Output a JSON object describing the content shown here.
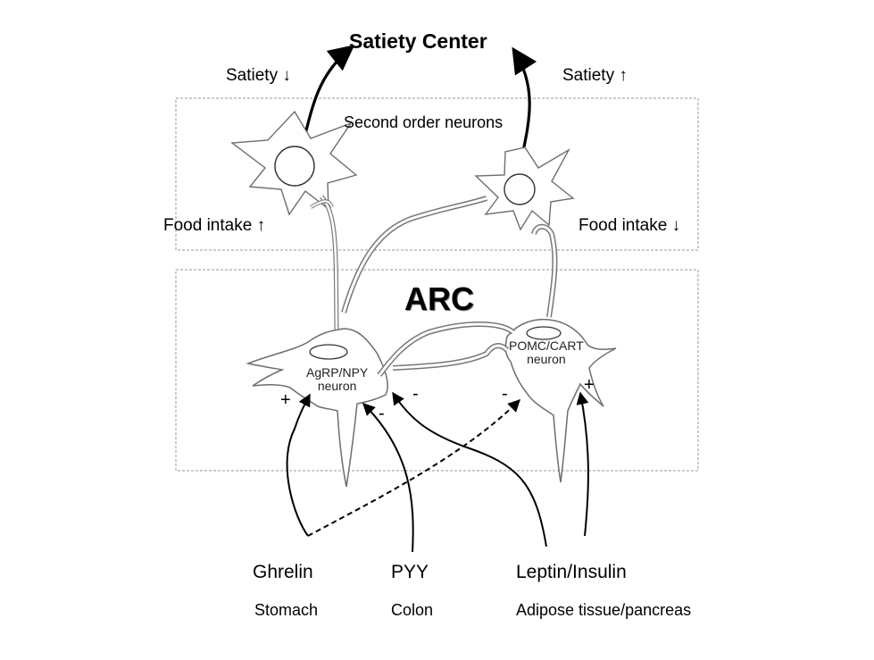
{
  "satiety_center": "Satiety Center",
  "satiety_down": "Satiety ↓",
  "satiety_up": "Satiety ↑",
  "second_order_neurons": "Second order neurons",
  "food_intake_up": "Food intake ↑",
  "food_intake_down": "Food intake ↓",
  "arc": "ARC",
  "agrp_neuron": {
    "line1": "AgRP/NPY",
    "line2": "neuron"
  },
  "pomc_neuron": {
    "line1": "POMC/CART",
    "line2": "neuron"
  },
  "signs": {
    "ghrelin_agrp": "+",
    "pyy_agrp": "-",
    "leptin_agrp": "-",
    "ghrelin_pomc": "-",
    "leptin_pomc": "+"
  },
  "hormones": {
    "ghrelin": {
      "name": "Ghrelin",
      "source": "Stomach"
    },
    "pyy": {
      "name": "PYY",
      "source": "Colon"
    },
    "leptin": {
      "name": "Leptin/Insulin",
      "source": "Adipose tissue/pancreas"
    }
  }
}
